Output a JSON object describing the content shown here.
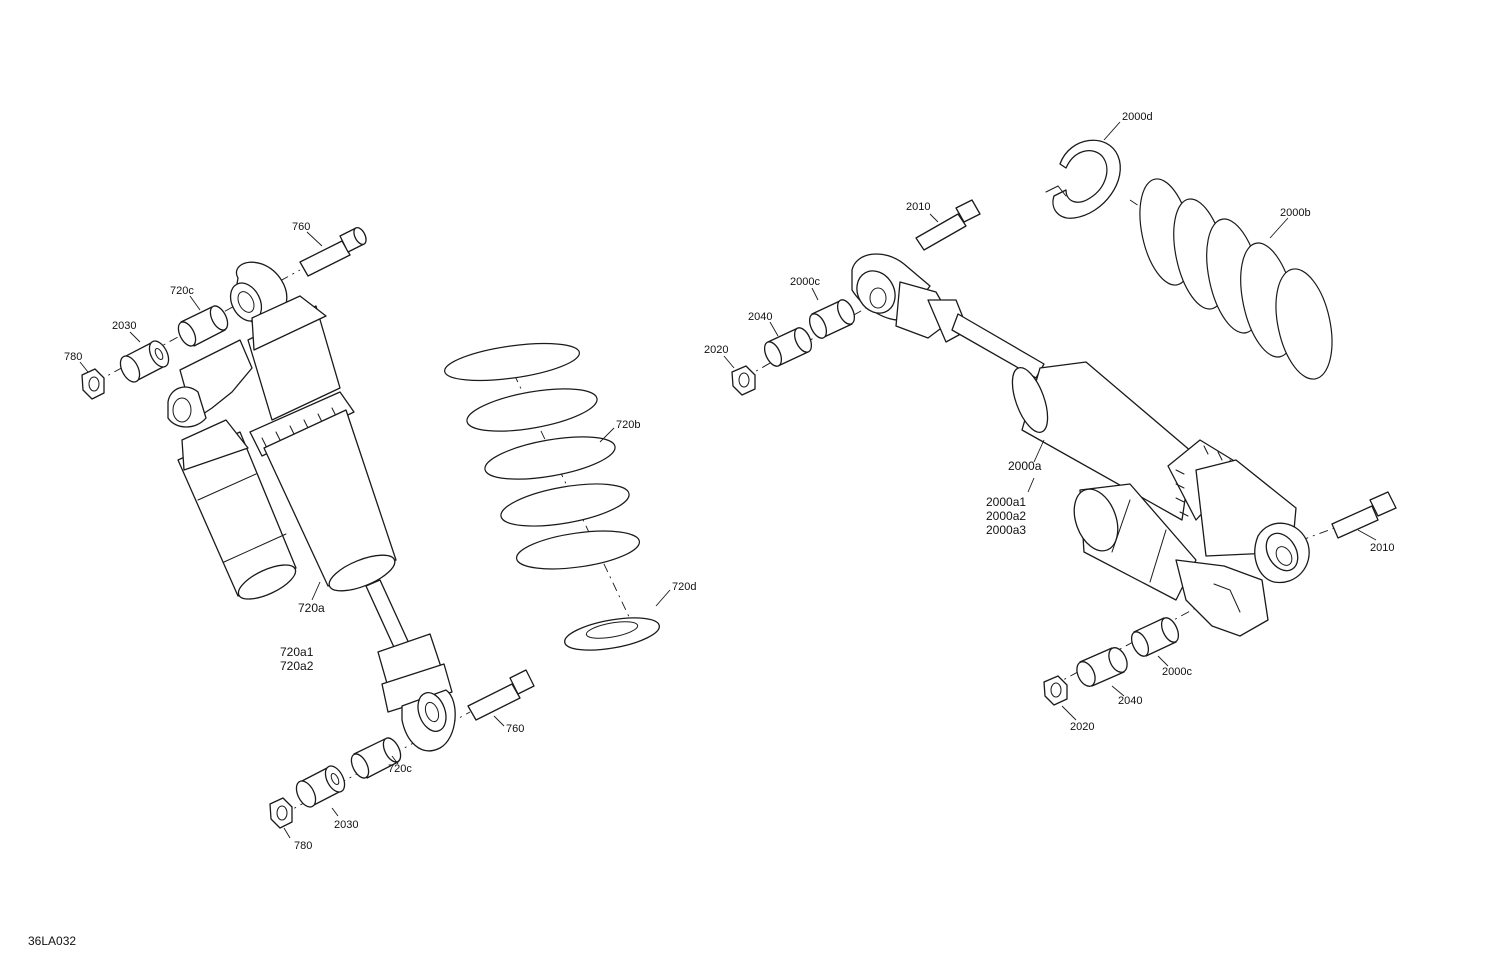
{
  "figure_ref": "36LA032",
  "labels": {
    "l760a": "760",
    "l720c_a": "720c",
    "l2030_a": "2030",
    "l780_a": "780",
    "l720b": "720b",
    "l720d": "720d",
    "l720a": "720a",
    "l720a1": "720a1",
    "l720a2": "720a2",
    "l760b": "760",
    "l720c_b": "720c",
    "l2030_b": "2030",
    "l780_b": "780",
    "l2000d": "2000d",
    "l2010a": "2010",
    "l2000b": "2000b",
    "l2000c_a": "2000c",
    "l2040_a": "2040",
    "l2020_a": "2020",
    "l2000a": "2000a",
    "l2000a1": "2000a1",
    "l2000a2": "2000a2",
    "l2000a3": "2000a3",
    "l2010b": "2010",
    "l2000c_b": "2000c",
    "l2040_b": "2040",
    "l2020_b": "2020"
  }
}
